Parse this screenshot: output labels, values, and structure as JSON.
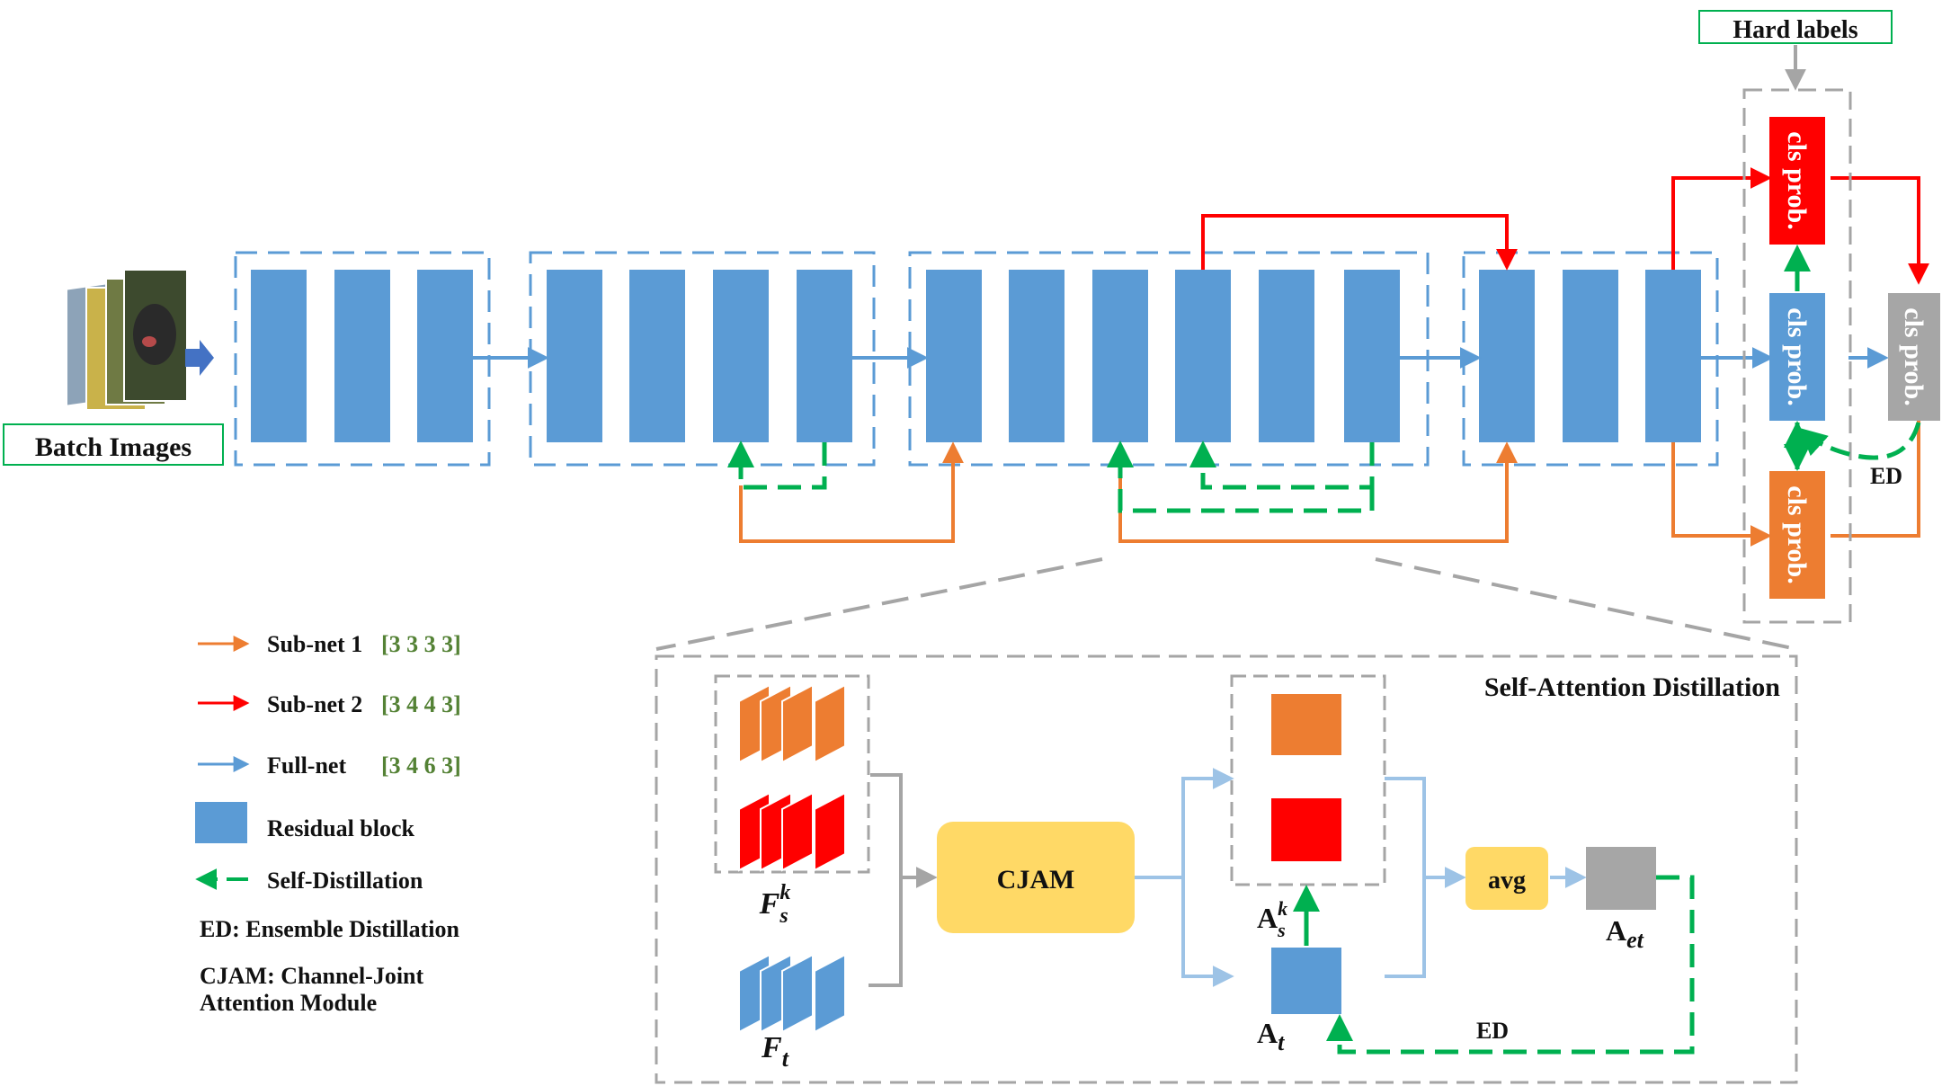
{
  "labels": {
    "hard_labels": "Hard labels",
    "batch_images": "Batch Images",
    "cls_prob": "cls prob.",
    "ed": "ED",
    "sad_title": "Self-Attention Distillation",
    "cjam": "CJAM",
    "avg": "avg",
    "fs_main": "F",
    "fs_sup": "k",
    "fs_sub": "s",
    "ft_main": "F",
    "ft_sub": "t",
    "as_main": "A",
    "as_sup": "k",
    "as_sub": "s",
    "at_main": "A",
    "at_sub": "t",
    "aet_main": "A",
    "aet_sub": "et"
  },
  "legend": {
    "subnet1_name": "Sub-net 1",
    "subnet1_cfg": "[3 3 3 3]",
    "subnet2_name": "Sub-net 2",
    "subnet2_cfg": "[3 4 4 3]",
    "fullnet_name": "Full-net",
    "fullnet_cfg": "[3 4 6 3]",
    "residual": "Residual block",
    "selfdist": "Self-Distillation",
    "ed_def": "ED: Ensemble Distillation",
    "cjam_def1": "CJAM: Channel-Joint",
    "cjam_def2": "Attention Module"
  },
  "colors": {
    "blue": "#5B9BD5",
    "light_blue": "#9DC3E6",
    "orange": "#ED7D31",
    "red": "#FF0000",
    "green": "#00B050",
    "gray": "#A5A5A5",
    "yellow": "#FFD966",
    "dark_gray_fill": "#A6A6A6"
  }
}
